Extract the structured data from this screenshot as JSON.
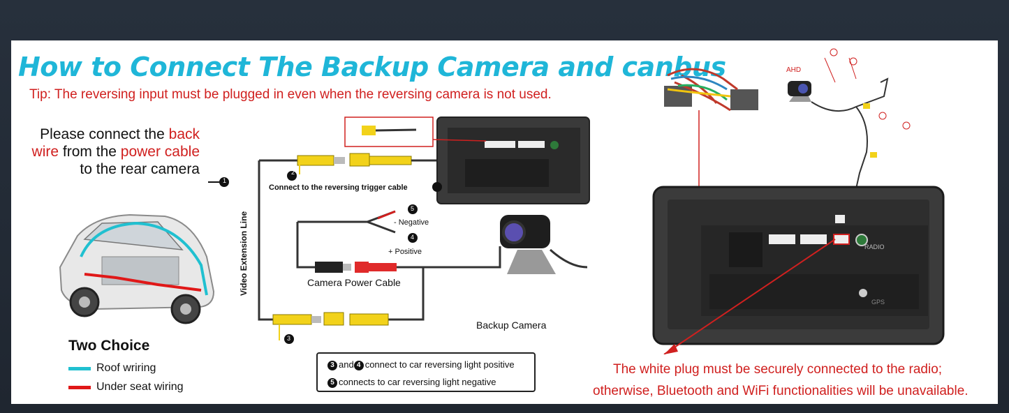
{
  "title": "How to Connect The Backup Camera and canbus",
  "tip": "Tip: The reversing input must be plugged in even when the reversing camera is not used.",
  "instruction": {
    "part1": "Please connect the ",
    "red1": "back wire",
    "part2": " from the ",
    "red2": "power cable",
    "part3": " to the rear camera"
  },
  "markers": {
    "n1": "1",
    "n2": "2",
    "n3": "3",
    "n4": "4",
    "n5": "5"
  },
  "labels": {
    "trigger_cable": "Connect to the reversing trigger cable",
    "negative": "- Negative",
    "positive": "+ Positive",
    "video_line": "Video Extension Line",
    "camera_power": "Camera Power Cable",
    "backup_camera": "Backup Camera",
    "ahd": "AHD",
    "radio": "RADIO",
    "gps": "GPS"
  },
  "legend": {
    "heading": "Two Choice",
    "roof": "Roof wriring",
    "under_seat": "Under seat wiring",
    "roof_color": "#20c0d0",
    "under_color": "#e01818"
  },
  "note": {
    "line1_a": "3",
    "line1_mid": "and",
    "line1_b": "4",
    "line1_text": "connect to car reversing light positive",
    "line2_a": "5",
    "line2_text": "connects to car reversing light negative"
  },
  "warning": {
    "line1": "The white plug must be securely connected to the radio;",
    "line2": "otherwise, Bluetooth and WiFi functionalities will be unavailable."
  },
  "colors": {
    "accent": "#1fb6d8",
    "red": "#d0201f",
    "connector_yellow": "#f2d21a",
    "connector_red": "#e02a2a"
  }
}
